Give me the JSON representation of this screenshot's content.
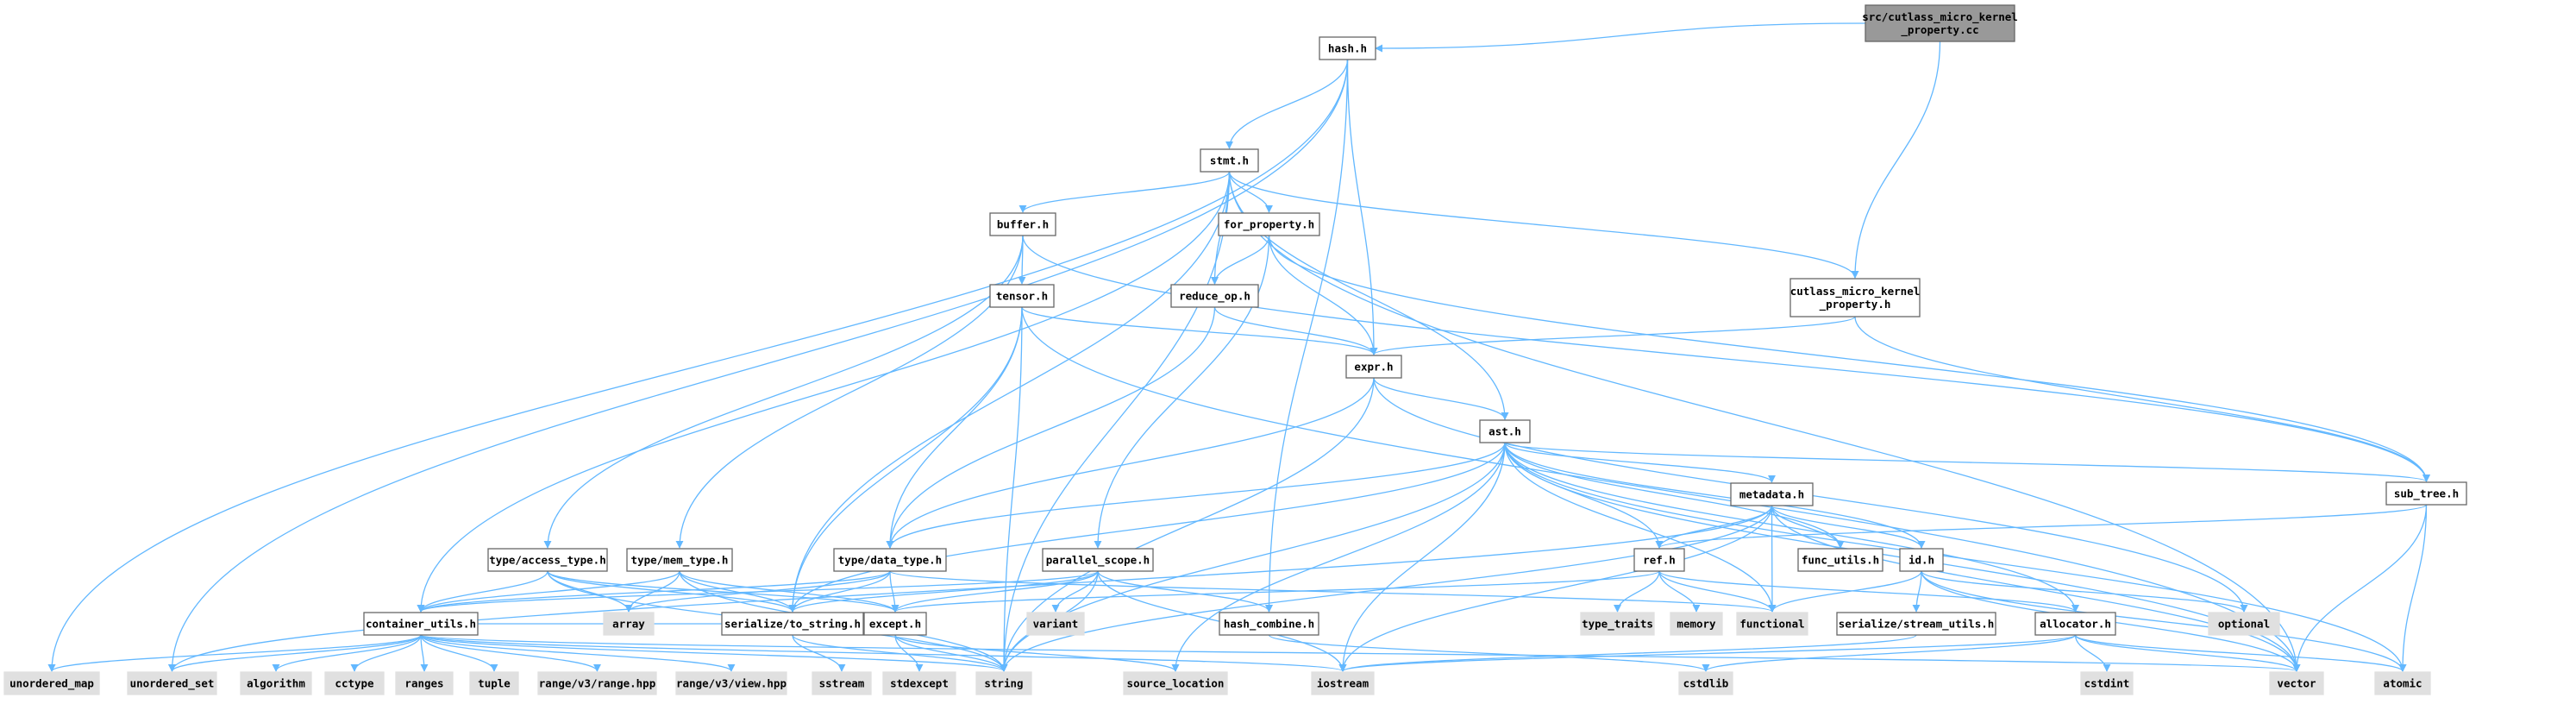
{
  "graph": {
    "colors": {
      "edge": "#63b8ff",
      "root_fill": "#999999",
      "system_fill": "#e0e0e0",
      "node_stroke": "#666666"
    },
    "nodes": [
      {
        "id": "root",
        "lines": [
          "src/cutlass_micro_kernel",
          "_property.cc"
        ],
        "kind": "root"
      },
      {
        "id": "hash_h",
        "lines": [
          "hash.h"
        ],
        "kind": "file"
      },
      {
        "id": "stmt_h",
        "lines": [
          "stmt.h"
        ],
        "kind": "file"
      },
      {
        "id": "buffer_h",
        "lines": [
          "buffer.h"
        ],
        "kind": "file"
      },
      {
        "id": "for_property_h",
        "lines": [
          "for_property.h"
        ],
        "kind": "file"
      },
      {
        "id": "cutlass_prop_h",
        "lines": [
          "cutlass_micro_kernel",
          "_property.h"
        ],
        "kind": "file"
      },
      {
        "id": "tensor_h",
        "lines": [
          "tensor.h"
        ],
        "kind": "file"
      },
      {
        "id": "reduce_op_h",
        "lines": [
          "reduce_op.h"
        ],
        "kind": "file"
      },
      {
        "id": "expr_h",
        "lines": [
          "expr.h"
        ],
        "kind": "file"
      },
      {
        "id": "ast_h",
        "lines": [
          "ast.h"
        ],
        "kind": "file"
      },
      {
        "id": "sub_tree_h",
        "lines": [
          "sub_tree.h"
        ],
        "kind": "file"
      },
      {
        "id": "metadata_h",
        "lines": [
          "metadata.h"
        ],
        "kind": "file"
      },
      {
        "id": "access_type_h",
        "lines": [
          "type/access_type.h"
        ],
        "kind": "file"
      },
      {
        "id": "mem_type_h",
        "lines": [
          "type/mem_type.h"
        ],
        "kind": "file"
      },
      {
        "id": "data_type_h",
        "lines": [
          "type/data_type.h"
        ],
        "kind": "file"
      },
      {
        "id": "parallel_scope_h",
        "lines": [
          "parallel_scope.h"
        ],
        "kind": "file"
      },
      {
        "id": "ref_h",
        "lines": [
          "ref.h"
        ],
        "kind": "file"
      },
      {
        "id": "func_utils_h",
        "lines": [
          "func_utils.h"
        ],
        "kind": "file"
      },
      {
        "id": "id_h",
        "lines": [
          "id.h"
        ],
        "kind": "file"
      },
      {
        "id": "container_utils_h",
        "lines": [
          "container_utils.h"
        ],
        "kind": "file"
      },
      {
        "id": "array",
        "lines": [
          "array"
        ],
        "kind": "sys"
      },
      {
        "id": "serialize_h",
        "lines": [
          "serialize/to_string.h"
        ],
        "kind": "file"
      },
      {
        "id": "except_h",
        "lines": [
          "except.h"
        ],
        "kind": "file"
      },
      {
        "id": "variant",
        "lines": [
          "variant"
        ],
        "kind": "sys"
      },
      {
        "id": "hash_combine_h",
        "lines": [
          "hash_combine.h"
        ],
        "kind": "file"
      },
      {
        "id": "type_traits",
        "lines": [
          "type_traits"
        ],
        "kind": "sys"
      },
      {
        "id": "memory",
        "lines": [
          "memory"
        ],
        "kind": "sys"
      },
      {
        "id": "functional",
        "lines": [
          "functional"
        ],
        "kind": "sys"
      },
      {
        "id": "stream_utils_h",
        "lines": [
          "serialize/stream_utils.h"
        ],
        "kind": "file"
      },
      {
        "id": "allocator_h",
        "lines": [
          "allocator.h"
        ],
        "kind": "file"
      },
      {
        "id": "optional",
        "lines": [
          "optional"
        ],
        "kind": "sys"
      },
      {
        "id": "unordered_map",
        "lines": [
          "unordered_map"
        ],
        "kind": "sys"
      },
      {
        "id": "unordered_set",
        "lines": [
          "unordered_set"
        ],
        "kind": "sys"
      },
      {
        "id": "algorithm",
        "lines": [
          "algorithm"
        ],
        "kind": "sys"
      },
      {
        "id": "cctype",
        "lines": [
          "cctype"
        ],
        "kind": "sys"
      },
      {
        "id": "ranges",
        "lines": [
          "ranges"
        ],
        "kind": "sys"
      },
      {
        "id": "tuple",
        "lines": [
          "tuple"
        ],
        "kind": "sys"
      },
      {
        "id": "range_hpp",
        "lines": [
          "range/v3/range.hpp"
        ],
        "kind": "sys"
      },
      {
        "id": "view_hpp",
        "lines": [
          "range/v3/view.hpp"
        ],
        "kind": "sys"
      },
      {
        "id": "sstream",
        "lines": [
          "sstream"
        ],
        "kind": "sys"
      },
      {
        "id": "stdexcept",
        "lines": [
          "stdexcept"
        ],
        "kind": "sys"
      },
      {
        "id": "string",
        "lines": [
          "string"
        ],
        "kind": "sys"
      },
      {
        "id": "source_location",
        "lines": [
          "source_location"
        ],
        "kind": "sys"
      },
      {
        "id": "iostream",
        "lines": [
          "iostream"
        ],
        "kind": "sys"
      },
      {
        "id": "cstdlib",
        "lines": [
          "cstdlib"
        ],
        "kind": "sys"
      },
      {
        "id": "cstdint",
        "lines": [
          "cstdint"
        ],
        "kind": "sys"
      },
      {
        "id": "vector",
        "lines": [
          "vector"
        ],
        "kind": "sys"
      },
      {
        "id": "atomic",
        "lines": [
          "atomic"
        ],
        "kind": "sys"
      }
    ],
    "edges": [
      [
        "root",
        "hash_h"
      ],
      [
        "root",
        "cutlass_prop_h"
      ],
      [
        "hash_h",
        "stmt_h"
      ],
      [
        "hash_h",
        "expr_h"
      ],
      [
        "hash_h",
        "hash_combine_h"
      ],
      [
        "hash_h",
        "unordered_map"
      ],
      [
        "hash_h",
        "unordered_set"
      ],
      [
        "stmt_h",
        "buffer_h"
      ],
      [
        "stmt_h",
        "for_property_h"
      ],
      [
        "stmt_h",
        "reduce_op_h"
      ],
      [
        "stmt_h",
        "ast_h"
      ],
      [
        "stmt_h",
        "cutlass_prop_h"
      ],
      [
        "stmt_h",
        "container_utils_h"
      ],
      [
        "stmt_h",
        "serialize_h"
      ],
      [
        "stmt_h",
        "string"
      ],
      [
        "stmt_h",
        "vector"
      ],
      [
        "buffer_h",
        "tensor_h"
      ],
      [
        "buffer_h",
        "access_type_h"
      ],
      [
        "buffer_h",
        "mem_type_h"
      ],
      [
        "buffer_h",
        "sub_tree_h"
      ],
      [
        "for_property_h",
        "reduce_op_h"
      ],
      [
        "for_property_h",
        "expr_h"
      ],
      [
        "for_property_h",
        "parallel_scope_h"
      ],
      [
        "for_property_h",
        "sub_tree_h"
      ],
      [
        "cutlass_prop_h",
        "expr_h"
      ],
      [
        "cutlass_prop_h",
        "sub_tree_h"
      ],
      [
        "tensor_h",
        "expr_h"
      ],
      [
        "tensor_h",
        "data_type_h"
      ],
      [
        "tensor_h",
        "string"
      ],
      [
        "tensor_h",
        "vector"
      ],
      [
        "tensor_h",
        "serialize_h"
      ],
      [
        "reduce_op_h",
        "expr_h"
      ],
      [
        "reduce_op_h",
        "data_type_h"
      ],
      [
        "expr_h",
        "ast_h"
      ],
      [
        "expr_h",
        "data_type_h"
      ],
      [
        "expr_h",
        "string"
      ],
      [
        "expr_h",
        "optional"
      ],
      [
        "ast_h",
        "sub_tree_h"
      ],
      [
        "ast_h",
        "metadata_h"
      ],
      [
        "ast_h",
        "ref_h"
      ],
      [
        "ast_h",
        "id_h"
      ],
      [
        "ast_h",
        "data_type_h"
      ],
      [
        "ast_h",
        "serialize_h"
      ],
      [
        "ast_h",
        "functional"
      ],
      [
        "ast_h",
        "iostream"
      ],
      [
        "ast_h",
        "string"
      ],
      [
        "ast_h",
        "source_location"
      ],
      [
        "ast_h",
        "vector"
      ],
      [
        "ast_h",
        "atomic"
      ],
      [
        "ast_h",
        "func_utils_h"
      ],
      [
        "ast_h",
        "allocator_h"
      ],
      [
        "sub_tree_h",
        "ref_h"
      ],
      [
        "sub_tree_h",
        "vector"
      ],
      [
        "sub_tree_h",
        "atomic"
      ],
      [
        "metadata_h",
        "ref_h"
      ],
      [
        "metadata_h",
        "id_h"
      ],
      [
        "metadata_h",
        "func_utils_h"
      ],
      [
        "metadata_h",
        "unordered_set"
      ],
      [
        "metadata_h",
        "functional"
      ],
      [
        "metadata_h",
        "iostream"
      ],
      [
        "metadata_h",
        "string"
      ],
      [
        "metadata_h",
        "vector"
      ],
      [
        "access_type_h",
        "container_utils_h"
      ],
      [
        "access_type_h",
        "array"
      ],
      [
        "access_type_h",
        "serialize_h"
      ],
      [
        "access_type_h",
        "except_h"
      ],
      [
        "access_type_h",
        "string"
      ],
      [
        "mem_type_h",
        "container_utils_h"
      ],
      [
        "mem_type_h",
        "array"
      ],
      [
        "mem_type_h",
        "serialize_h"
      ],
      [
        "mem_type_h",
        "except_h"
      ],
      [
        "mem_type_h",
        "string"
      ],
      [
        "data_type_h",
        "container_utils_h"
      ],
      [
        "data_type_h",
        "serialize_h"
      ],
      [
        "data_type_h",
        "except_h"
      ],
      [
        "data_type_h",
        "array"
      ],
      [
        "data_type_h",
        "functional"
      ],
      [
        "parallel_scope_h",
        "container_utils_h"
      ],
      [
        "parallel_scope_h",
        "serialize_h"
      ],
      [
        "parallel_scope_h",
        "except_h"
      ],
      [
        "parallel_scope_h",
        "variant"
      ],
      [
        "parallel_scope_h",
        "hash_combine_h"
      ],
      [
        "parallel_scope_h",
        "string"
      ],
      [
        "parallel_scope_h",
        "iostream"
      ],
      [
        "ref_h",
        "type_traits"
      ],
      [
        "ref_h",
        "memory"
      ],
      [
        "ref_h",
        "functional"
      ],
      [
        "ref_h",
        "except_h"
      ],
      [
        "ref_h",
        "allocator_h"
      ],
      [
        "id_h",
        "functional"
      ],
      [
        "id_h",
        "stream_utils_h"
      ],
      [
        "id_h",
        "optional"
      ],
      [
        "id_h",
        "atomic"
      ],
      [
        "id_h",
        "vector"
      ],
      [
        "container_utils_h",
        "unordered_map"
      ],
      [
        "container_utils_h",
        "unordered_set"
      ],
      [
        "container_utils_h",
        "algorithm"
      ],
      [
        "container_utils_h",
        "cctype"
      ],
      [
        "container_utils_h",
        "ranges"
      ],
      [
        "container_utils_h",
        "tuple"
      ],
      [
        "container_utils_h",
        "range_hpp"
      ],
      [
        "container_utils_h",
        "view_hpp"
      ],
      [
        "container_utils_h",
        "string"
      ],
      [
        "container_utils_h",
        "vector"
      ],
      [
        "container_utils_h",
        "except_h"
      ],
      [
        "container_utils_h",
        "iostream"
      ],
      [
        "serialize_h",
        "sstream"
      ],
      [
        "serialize_h",
        "string"
      ],
      [
        "except_h",
        "stdexcept"
      ],
      [
        "except_h",
        "string"
      ],
      [
        "except_h",
        "source_location"
      ],
      [
        "hash_combine_h",
        "cstdlib"
      ],
      [
        "stream_utils_h",
        "iostream"
      ],
      [
        "allocator_h",
        "cstdint"
      ],
      [
        "allocator_h",
        "cstdlib"
      ],
      [
        "allocator_h",
        "vector"
      ],
      [
        "allocator_h",
        "atomic"
      ],
      [
        "allocator_h",
        "iostream"
      ]
    ]
  }
}
